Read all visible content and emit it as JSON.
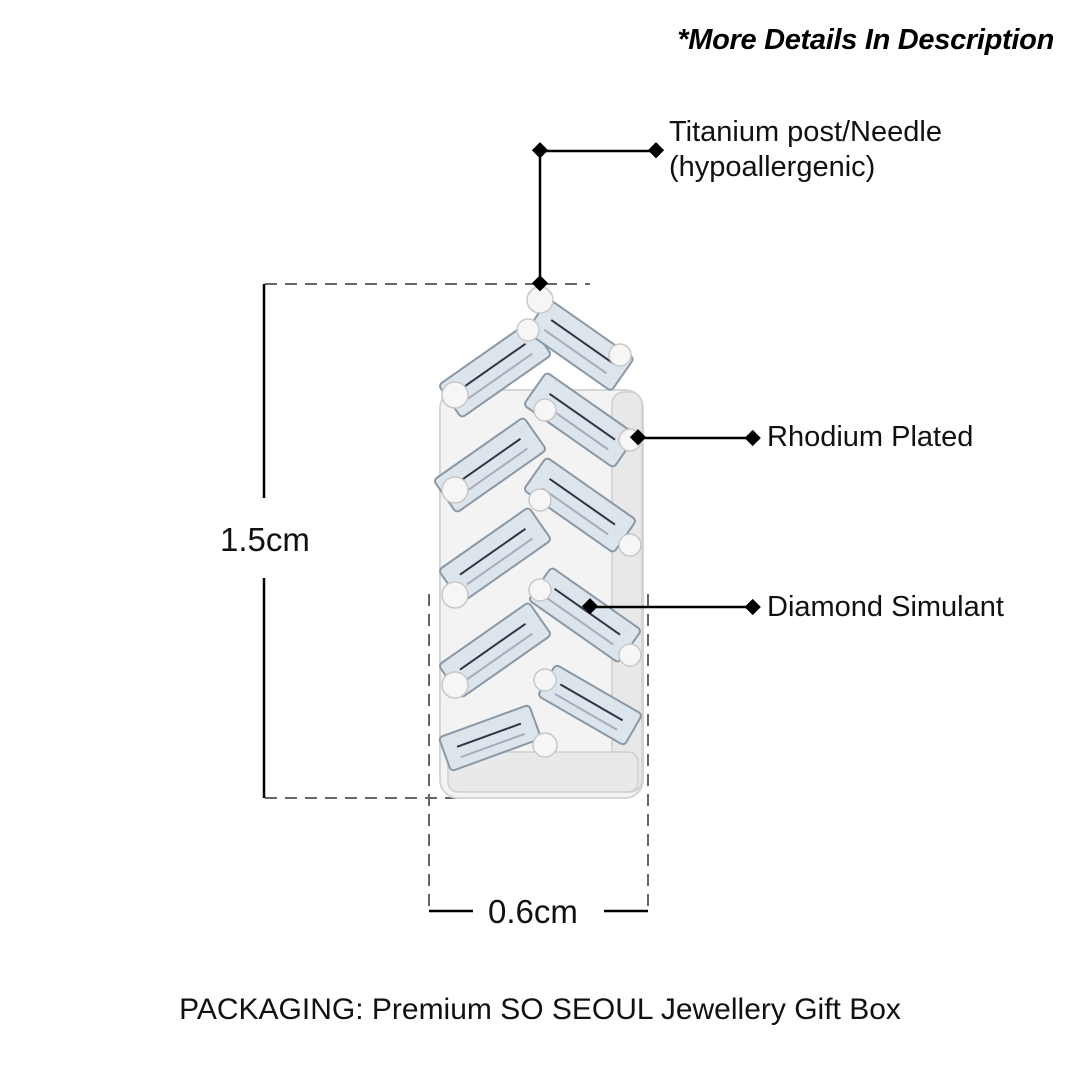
{
  "header": {
    "note": "*More Details In Description"
  },
  "product": {
    "type": "huggie-earring",
    "illustration": "baguette-chevron-hoop-earring"
  },
  "callouts": [
    {
      "id": "post",
      "line1": "Titanium post/Needle",
      "line2": "(hypoallergenic)"
    },
    {
      "id": "plating",
      "line1": "Rhodium Plated"
    },
    {
      "id": "stone",
      "line1": "Diamond Simulant"
    }
  ],
  "dimensions": {
    "height": "1.5cm",
    "width": "0.6cm"
  },
  "footer": {
    "packaging": "PACKAGING: Premium SO SEOUL Jewellery Gift Box"
  },
  "colors": {
    "line": "#000000",
    "dash": "#666666",
    "metal": "#eeeeee",
    "stone": "#c9d4de"
  }
}
